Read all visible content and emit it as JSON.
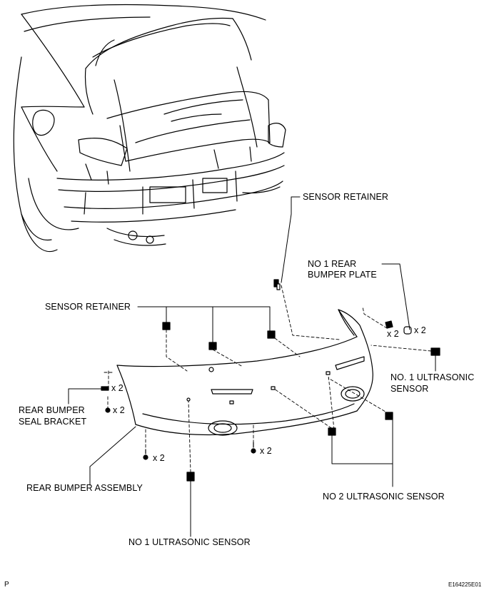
{
  "labels": {
    "sensor_retainer_top": "SENSOR RETAINER",
    "no1_rear_bumper_plate_line1": "NO  1 REAR",
    "no1_rear_bumper_plate_line2": "BUMPER PLATE",
    "sensor_retainer_left": "SENSOR RETAINER",
    "no1_ultrasonic_right_line1": "NO. 1 ULTRASONIC",
    "no1_ultrasonic_right_line2": "SENSOR",
    "rear_bumper_seal_bracket_line1": "REAR BUMPER",
    "rear_bumper_seal_bracket_line2": "SEAL BRACKET",
    "rear_bumper_assembly": "REAR BUMPER ASSEMBLY",
    "no2_ultrasonic_sensor": "NO  2 ULTRASONIC SENSOR",
    "no1_ultrasonic_bottom": "NO  1 ULTRASONIC SENSOR"
  },
  "quantities": {
    "plate_clip": "x 2",
    "plate": "x 2",
    "seal_bracket": "x 2",
    "seal_bracket_screw": "x 2",
    "lower_left_screw": "x 2",
    "lower_center_screw": "x 2"
  },
  "footer": {
    "page_mark": "P",
    "figure_code": "E164225E01"
  }
}
